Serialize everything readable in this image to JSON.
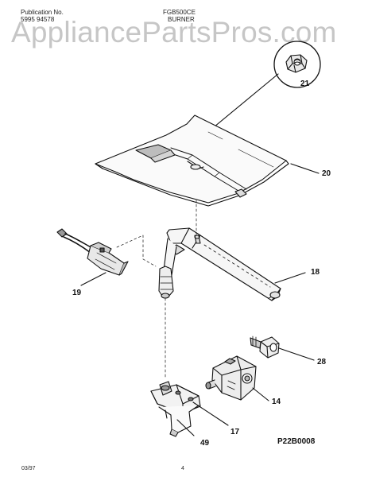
{
  "header": {
    "publication_label": "Publication No.",
    "publication_number": "5995 94578",
    "model": "FGB500CE",
    "section": "BURNER"
  },
  "watermark": "AppliancePartsPros.com",
  "callouts": {
    "c21": "21",
    "c20": "20",
    "c18": "18",
    "c19": "19",
    "c28": "28",
    "c14": "14",
    "c17": "17",
    "c49": "49"
  },
  "figure_code": "P22B0008",
  "footer": {
    "date": "03/97",
    "page": "4"
  }
}
